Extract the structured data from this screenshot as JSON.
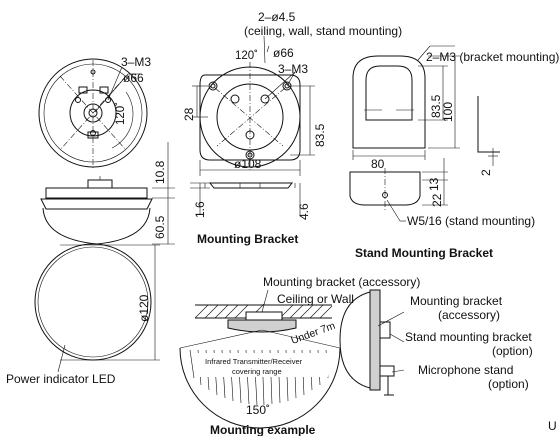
{
  "labels": {
    "holes_note_1": "2–ø4.5",
    "holes_note_2": "(ceiling, wall, stand mounting)",
    "m3_a": "3–M3",
    "d66_a": "ø66",
    "d66_b": "ø66",
    "m3_b": "3–M3",
    "ang120_a": "120˚",
    "ang120_b": "120˚",
    "dim28": "28",
    "dim83_5_a": "83.5",
    "dim108": "ø108",
    "dim10_8": "10.8",
    "dim60_5": "60.5",
    "dim1_6": "1.6",
    "dim4_6": "4.6",
    "title_bracket": "Mounting Bracket",
    "m3_bracket": "2–M3 (bracket mounting)",
    "dim83_5_b": "83.5",
    "dim100": "100",
    "dim80": "80",
    "dim13": "13",
    "dim22": "22",
    "dim2": "2",
    "w5_16": "W5/16 (stand mounting)",
    "title_stand": "Stand Mounting Bracket",
    "d120": "ø120",
    "power_led": "Power indicator LED",
    "mb_accessory": "Mounting bracket (accessory)",
    "ceiling_wall": "Ceiling or Wall",
    "under7m": "Under 7m",
    "ir_range_1": "Infrared Transmitter/Receiver",
    "ir_range_2": "covering range",
    "ang150": "150˚",
    "mb_side_1": "Mounting bracket",
    "mb_side_2": "(accessory)",
    "smb_1": "Stand mounting bracket",
    "smb_2": "(option)",
    "mic_1": "Microphone stand",
    "mic_2": "(option)",
    "title_example": "Mounting example",
    "edge_unit": "U"
  }
}
